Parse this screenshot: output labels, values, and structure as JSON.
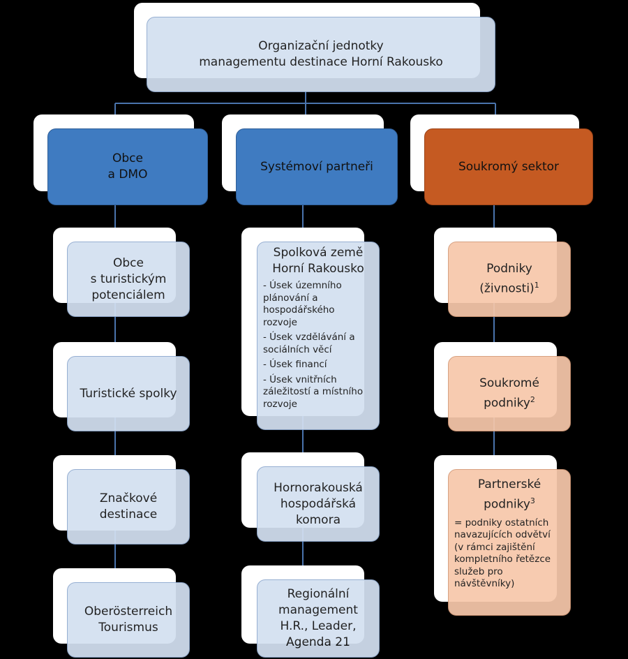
{
  "diagram": {
    "root": {
      "label": "Organizační jednotky\nmanagementu destinace Horní Rakousko"
    },
    "categories": [
      {
        "label": "Obce\na DMO"
      },
      {
        "label": "Systémoví partneři"
      },
      {
        "label": "Soukromý sektor"
      }
    ],
    "col1": [
      {
        "label": "Obce\ns turistickým\npotenciálem"
      },
      {
        "label": "Turistické spolky"
      },
      {
        "label": "Značkové\ndestinace"
      },
      {
        "label": "Oberösterreich\nTourismus"
      }
    ],
    "col2": {
      "state": {
        "title": "Spolková země\nHorní Rakousko",
        "items": [
          "- Úsek územního\nplánování a\nhospodářského\nrozvoje",
          "- Úsek vzdělávání a\nsociálních věcí",
          "- Úsek financí",
          "- Úsek vnitřních\nzáležitostí a místního\nrozvoje"
        ]
      },
      "chamber": {
        "label": "Hornorakouská\nhospodářská\nkomora"
      },
      "regional": {
        "label": "Regionální\nmanagement\nH.R., Leader,\nAgenda 21"
      }
    },
    "col3": [
      {
        "label": "Podniky\n(živnosti)",
        "sup": "1"
      },
      {
        "label": "Soukromé\npodniky",
        "sup": "2"
      },
      {
        "label": "Partnerské\npodniky",
        "sup": "3",
        "note": "= podniky ostatních\nnavazujících odvětví\n(v rámci zajištění\nkompletního řetězce\nslužeb pro\nnávštěvníky)"
      }
    ],
    "colors": {
      "connector": "#4a74ad",
      "blue_dark": "#3f7bc1",
      "blue_light": "#d3e0f1",
      "orange_dark": "#c55a22",
      "orange_light": "#f7c8ab"
    }
  }
}
